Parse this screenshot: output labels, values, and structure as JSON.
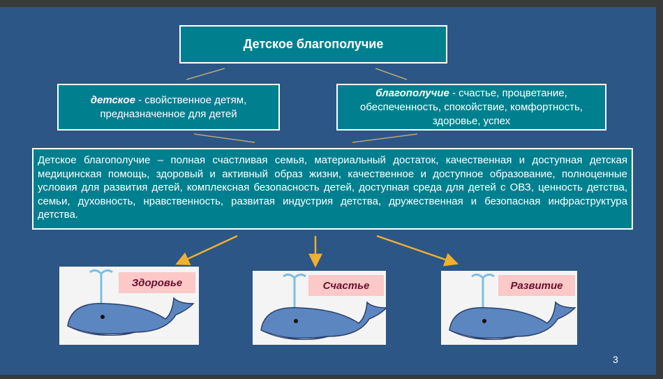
{
  "title": "Детское благополучие",
  "left": {
    "term": "детское",
    "definition": " - свойственное детям, предназначенное для детей"
  },
  "right": {
    "term": "благополучие",
    "definition": " - счастье, процветание, обеспеченность, спокойствие, комфортность, здоровье, успех"
  },
  "main_text": "Детское благополучие – полная счастливая семья, материальный достаток, качественная и доступная детская медицинская помощь, здоровый и активный образ жизни, качественное и доступное образование, полноценные условия для развития детей, комплексная безопасность детей, доступная среда для детей с ОВЗ, ценность детства, семьи, духовность, нравственность, развитая индустрия детства, дружественная и безопасная инфраструктура детства.",
  "cards": [
    {
      "label": "Здоровье"
    },
    {
      "label": "Счастье"
    },
    {
      "label": "Развитие"
    }
  ],
  "page_number": "3",
  "colors": {
    "background": "#2b5685",
    "box": "#00808f",
    "arrow": "#f0b030",
    "label_bg": "#fcc8c8"
  }
}
